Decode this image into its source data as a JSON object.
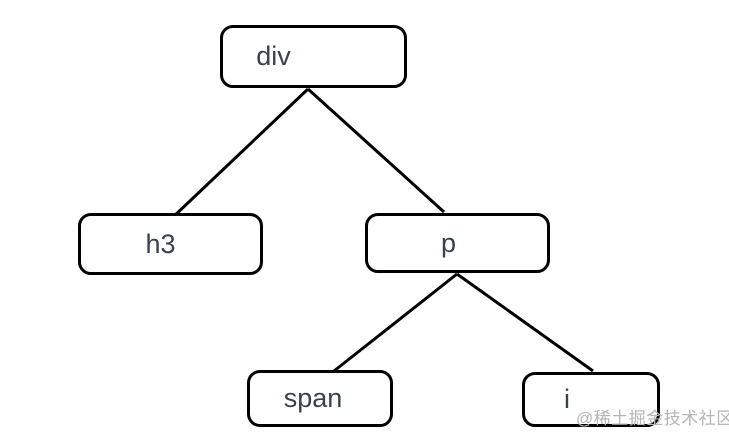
{
  "diagram": {
    "type": "tree",
    "description": "DOM element tree",
    "nodes": [
      {
        "id": "div",
        "label": "div",
        "parent": null
      },
      {
        "id": "h3",
        "label": "h3",
        "parent": "div"
      },
      {
        "id": "p",
        "label": "p",
        "parent": "div"
      },
      {
        "id": "span",
        "label": "span",
        "parent": "p"
      },
      {
        "id": "i",
        "label": "i",
        "parent": "p"
      }
    ],
    "edges": [
      {
        "from": "div",
        "to": "h3"
      },
      {
        "from": "div",
        "to": "p"
      },
      {
        "from": "p",
        "to": "span"
      },
      {
        "from": "p",
        "to": "i"
      }
    ]
  },
  "watermark": {
    "text": "@稀土掘金技术社区"
  },
  "colors": {
    "background": "#ffffff",
    "node_border": "#000000",
    "edge_line": "#000000",
    "label_text": "#39414e",
    "watermark_text": "#b5b5b5"
  }
}
